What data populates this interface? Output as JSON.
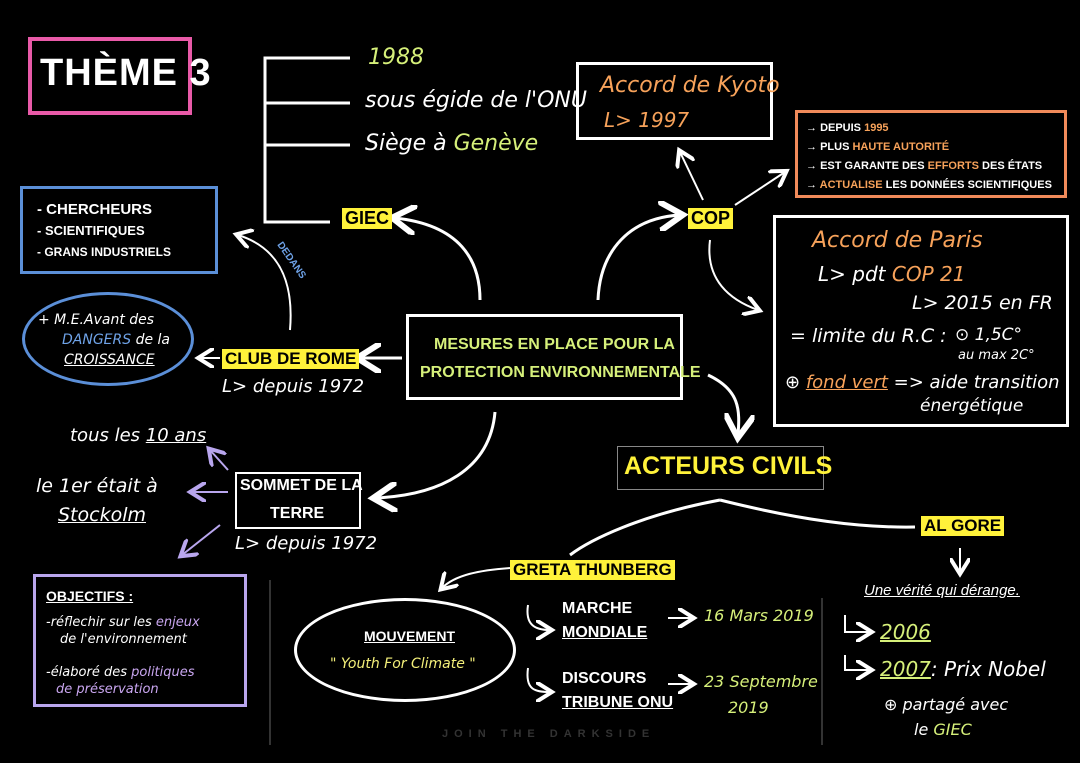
{
  "theme_title": "THÈME 3",
  "central": {
    "line1": "MESURES EN PLACE POUR LA",
    "line2": "PROTECTION ENVIRONNEMENTALE"
  },
  "giec": {
    "label": "GIEC",
    "facts": [
      "1988",
      "sous égide de l'ONU",
      "Siège à",
      "Genève"
    ]
  },
  "cop": {
    "label": "COP",
    "kyoto": {
      "title": "Accord de Kyoto",
      "year": "L> 1997"
    },
    "info_items": [
      {
        "pre": "DEPUIS ",
        "hl": "1995",
        "post": ""
      },
      {
        "pre": "PLUS ",
        "hl": "HAUTE AUTORITÉ",
        "post": ""
      },
      {
        "pre": "EST GARANTE DES ",
        "hl": "EFFORTS",
        "post": " DES ÉTATS"
      },
      {
        "pre": "",
        "hl": "ACTUALISE",
        "post": " LES DONNÉES SCIENTIFIQUES"
      }
    ],
    "paris": {
      "title": "Accord de Paris",
      "line1": "L> pdt",
      "cop21": "COP 21",
      "line2": "L> 2015 en FR",
      "line3": "= limite du R.C :",
      "temp": "⊙ 1,5C°",
      "temp_max": "au max 2C°",
      "line4a": "⊕",
      "fund": "fond vert",
      "line4b": "=> aide transition",
      "line4c": "énergétique"
    }
  },
  "club_de_rome": {
    "label": "CLUB DE ROME",
    "since": "L> depuis 1972",
    "dedans": "DEDANS",
    "members": [
      "- CHERCHEURS",
      "- SCIENTIFIQUES",
      "- GRANS INDUSTRIELS"
    ],
    "report": {
      "l1": "+ M.E.Avant des",
      "dangers": "DANGERS",
      "l2": " de la",
      "croissance": "CROISSANCE"
    }
  },
  "sommet": {
    "line1": "SOMMET DE LA",
    "line2": "TERRE",
    "since": "L> depuis 1972",
    "every_a": "tous les",
    "every_b": "10 ans",
    "first_a": "le 1er était à",
    "first_b": "Stockolm",
    "objectives_title": "OBJECTIFS :",
    "obj1a": "-réflechir sur les",
    "obj1b": "enjeux",
    "obj1c": "de l'environnement",
    "obj2a": "-élaboré des",
    "obj2b": "politiques",
    "obj2c": "de préservation"
  },
  "acteurs": {
    "title": "ACTEURS CIVILS",
    "greta": "GRETA THUNBERG",
    "mouvement": "MOUVEMENT",
    "youth": "\" Youth For Climate \"",
    "marche1": "MARCHE",
    "marche2": "MONDIALE",
    "marche_date": "16 Mars 2019",
    "discours1": "DISCOURS",
    "discours2": "TRIBUNE ONU",
    "discours_date1": "23 Septembre",
    "discours_date2": "2019",
    "algore": "AL GORE",
    "film": "Une vérité qui dérange.",
    "y2006": "2006",
    "y2007": "2007",
    "nobel": ": Prix Nobel",
    "shared1": "⊕ partagé avec",
    "shared2": "le",
    "giec": "GIEC"
  },
  "watermark": "JOIN THE DARKSIDE",
  "colors": {
    "yellow": "#fff23a",
    "pink": "#e95aa8",
    "blue": "#5b8fd8",
    "orange": "#f08a5a",
    "lavender": "#b9a6ee"
  }
}
